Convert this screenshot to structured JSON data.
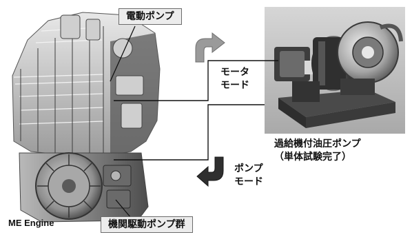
{
  "labels": {
    "electric_pump": "電動ポンプ",
    "motor_mode_line1": "モータ",
    "motor_mode_line2": "モード",
    "turbo_pump_line1": "過給機付油圧ポンプ",
    "turbo_pump_line2": "（単体試験完了）",
    "pump_mode_line1": "ポンプ",
    "pump_mode_line2": "モード",
    "engine_name": "ME Engine",
    "engine_driven_pumps": "機関駆動ポンプ群"
  },
  "icons": {
    "up_arrow": "curved-arrow-up-right-icon",
    "down_arrow": "curved-arrow-down-left-icon"
  },
  "colors": {
    "label_bg": "#ececec",
    "label_border": "#6b6b6b",
    "arrow": "#8c8c8c",
    "arrow_dark": "#3a3a3a",
    "line": "#111111"
  }
}
